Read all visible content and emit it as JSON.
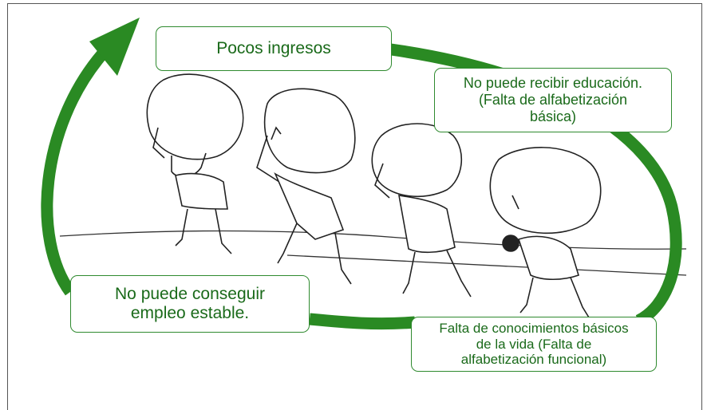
{
  "diagram": {
    "accent_color": "#2e8a2e",
    "boxes": [
      {
        "text": "Pocos ingresos"
      },
      {
        "text": "No puede recibir educación.\n(Falta de alfabetización\nbásica)"
      },
      {
        "text": "No puede conseguir\nempleo estable."
      },
      {
        "text": "Falta de conocimientos básicos\nde la vida (Falta de\nalfabetización funcional)"
      }
    ],
    "illustration": {
      "subject": "four people carrying large boulders on their backs",
      "figure_count": 4
    }
  }
}
